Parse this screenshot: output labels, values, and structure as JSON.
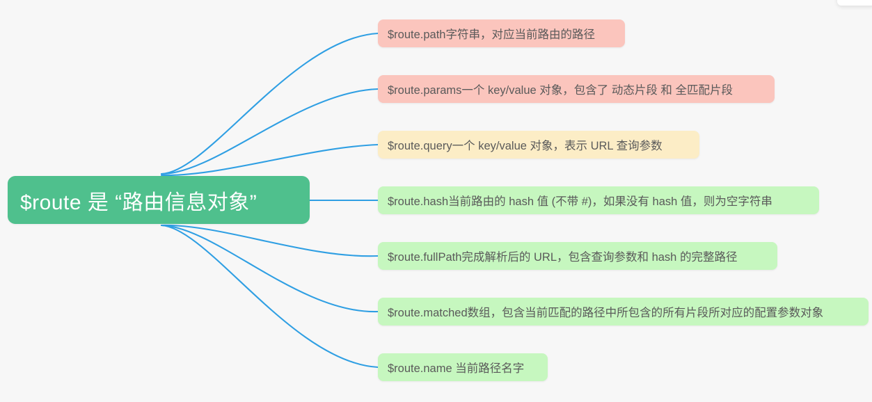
{
  "canvas": {
    "background": "#f7f7f7",
    "edge_color": "#2f9fe3",
    "text_color": "#5a5a5a"
  },
  "mindmap": {
    "root": {
      "label": "$route 是 “路由信息对象”",
      "color": "#4fc08d",
      "text_color": "#ffffff"
    },
    "branches": [
      {
        "label": "$route.path字符串，对应当前路由的路径",
        "color": "#fbc5bd"
      },
      {
        "label": "$route.params一个 key/value 对象，包含了 动态片段 和 全匹配片段",
        "color": "#fbc5bd"
      },
      {
        "label": "$route.query一个 key/value 对象，表示 URL 查询参数",
        "color": "#fcedc6"
      },
      {
        "label": "$route.hash当前路由的 hash 值 (不带 #)，如果没有 hash 值，则为空字符串",
        "color": "#c6f7bf"
      },
      {
        "label": "$route.fullPath完成解析后的 URL，包含查询参数和 hash 的完整路径",
        "color": "#c6f7bf"
      },
      {
        "label": "$route.matched数组，包含当前匹配的路径中所包含的所有片段所对应的配置参数对象",
        "color": "#c6f7bf"
      },
      {
        "label": "$route.name 当前路径名字",
        "color": "#c6f7bf"
      }
    ]
  },
  "toolbar": {
    "panel_name": "floating-toolbar"
  }
}
